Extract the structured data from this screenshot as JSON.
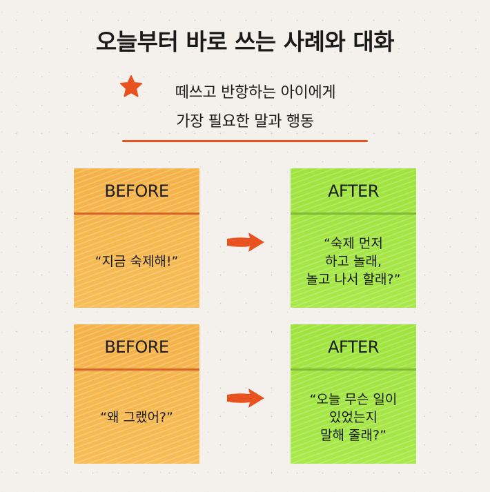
{
  "title": "오늘부터 바로 쓰는 사례와 대화",
  "subtitle": {
    "line1": "떼쓰고 반항하는 아이에게",
    "line2": "가장 필요한 말과 행동",
    "icon": "star-icon"
  },
  "colors": {
    "accent": "#e8521f",
    "before_card": "#f5b64e",
    "after_card": "#a3e545"
  },
  "examples": [
    {
      "before_label": "BEFORE",
      "before_text": "“지금 숙제해!”",
      "after_label": "AFTER",
      "after_text": "“숙제 먼저\n하고 놀래,\n놀고 나서 할래?”"
    },
    {
      "before_label": "BEFORE",
      "before_text": "“왜 그랬어?”",
      "after_label": "AFTER",
      "after_text": "“오늘 무슨 일이\n있었는지\n말해 줄래?”"
    }
  ]
}
